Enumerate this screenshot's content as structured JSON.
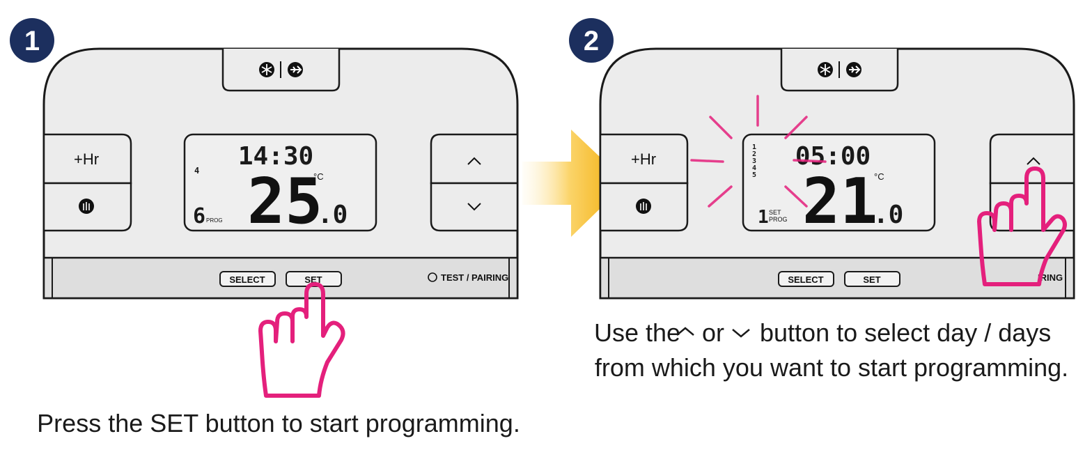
{
  "steps": [
    {
      "number": "1",
      "top_icons": [
        "snowflake-icon",
        "airplane-icon"
      ],
      "left_button_label": "+Hr",
      "left_icon": "hand-stop-icon",
      "right_icons": [
        "chevron-up-icon",
        "chevron-down-icon"
      ],
      "display": {
        "time": "14:30",
        "temp_main": "25",
        "temp_decimal": ".0",
        "unit": "°C",
        "day_indicator": "4",
        "prog_number": "6",
        "prog_label": "PROG"
      },
      "bottom_buttons": [
        "SELECT",
        "SET"
      ],
      "test_pairing_label": "TEST / PAIRING",
      "caption": "Press the SET button to start programming."
    },
    {
      "number": "2",
      "top_icons": [
        "snowflake-icon",
        "airplane-icon"
      ],
      "left_button_label": "+Hr",
      "left_icon": "hand-stop-icon",
      "right_icons": [
        "chevron-up-icon"
      ],
      "display": {
        "time": "05:00",
        "temp_main": "21",
        "temp_decimal": ".0",
        "unit": "°C",
        "days": [
          "1",
          "2",
          "3",
          "4",
          "5"
        ],
        "prog_number": "1",
        "set_label": "SET",
        "prog_label": "PROG"
      },
      "bottom_buttons": [
        "SELECT",
        "SET"
      ],
      "test_pairing_label": "IRING",
      "caption_line1_a": "Use the",
      "caption_line1_or": "or",
      "caption_line1_b": "button to select day / days",
      "caption_line2": "from which you want to start programming."
    }
  ],
  "colors": {
    "step_badge": "#1c2f5e",
    "highlight": "#e4207c",
    "arrow": "#f6b820",
    "device_body": "#ececec",
    "outline": "#1a1a1a"
  }
}
